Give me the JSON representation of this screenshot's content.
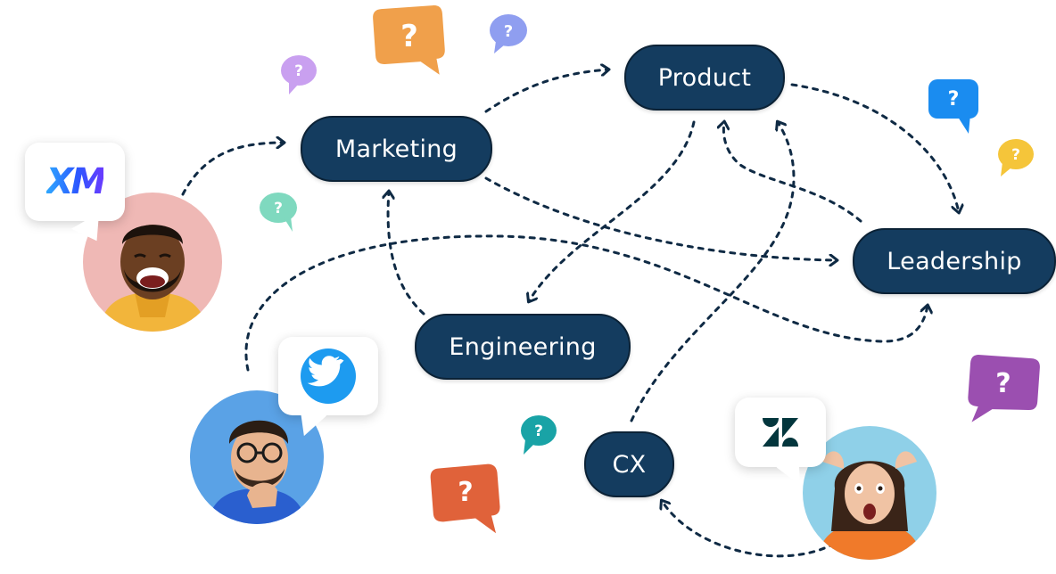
{
  "nodes": {
    "marketing": "Marketing",
    "product": "Product",
    "leadership": "Leadership",
    "engineering": "Engineering",
    "cx": "CX"
  },
  "question_mark": "?",
  "logos": {
    "xm": "XM"
  },
  "icons": [
    "twitter-bird-icon",
    "zendesk-icon",
    "xm-logo"
  ],
  "colors": {
    "node_fill": "#143c5f",
    "arrow": "#0f2a44",
    "orange": "#f0a04b",
    "purple_light": "#c9a0f0",
    "periwinkle": "#8f9ef0",
    "blue": "#1a8cf0",
    "yellow": "#f5c53a",
    "mint": "#7fd9bf",
    "teal": "#19a3a6",
    "red_orange": "#e0623a",
    "violet": "#9b4fb0",
    "twitter": "#1d9bf0",
    "zendesk": "#03363d"
  }
}
